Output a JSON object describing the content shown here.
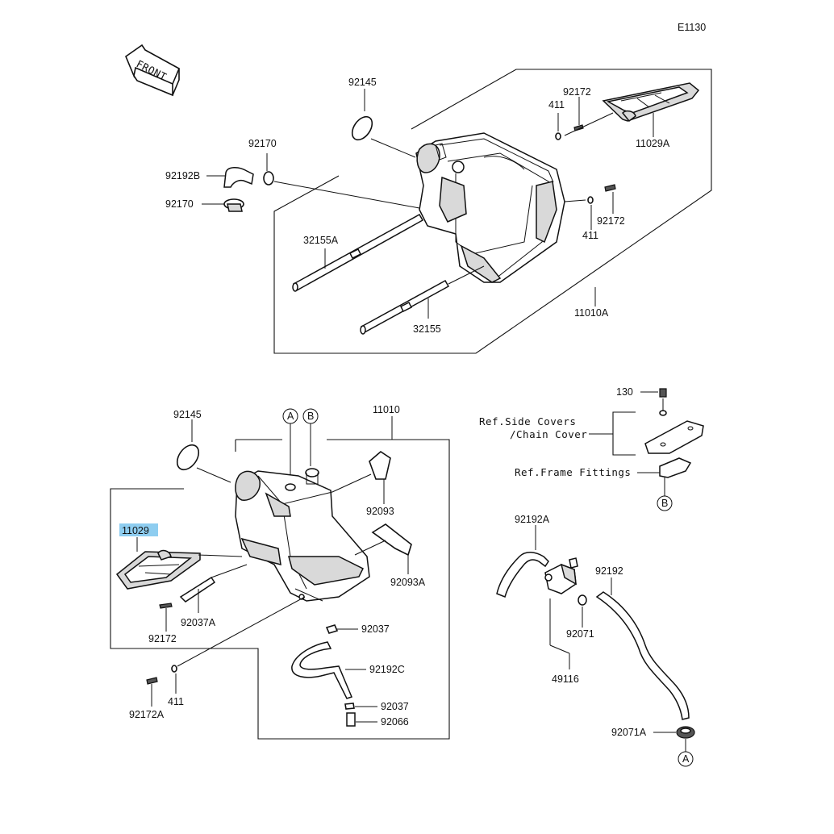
{
  "diagram_code": "E1130",
  "front_label": "FRONT",
  "top_assembly": {
    "labels": {
      "p92145": "92145",
      "p92170_a": "92170",
      "p92192b": "92192B",
      "p92170_b": "92170",
      "p32155a": "32155A",
      "p32155": "32155",
      "p411_a": "411",
      "p92172_a": "92172",
      "p11029a": "11029A",
      "p92172_b": "92172",
      "p411_b": "411",
      "p11010a": "11010A"
    }
  },
  "bottom_assembly": {
    "labels": {
      "p92145": "92145",
      "p11010": "11010",
      "ref_a": "A",
      "ref_b": "B",
      "p11029": "11029",
      "p92093": "92093",
      "p92093a": "92093A",
      "p92037a": "92037A",
      "p92172": "92172",
      "p92037_a": "92037",
      "p92192c": "92192C",
      "p411": "411",
      "p92172a": "92172A",
      "p92037_b": "92037",
      "p92066": "92066"
    }
  },
  "right_group": {
    "labels": {
      "p130": "130",
      "ref_side_covers_1": "Ref.Side Covers",
      "ref_side_covers_2": "/Chain Cover",
      "ref_frame": "Ref.Frame Fittings",
      "ref_b": "B",
      "p92192a": "92192A",
      "p92192": "92192",
      "p92071": "92071",
      "p49116": "49116",
      "p92071a": "92071A",
      "ref_a": "A"
    }
  },
  "highlight_color": "#8ecdf0"
}
